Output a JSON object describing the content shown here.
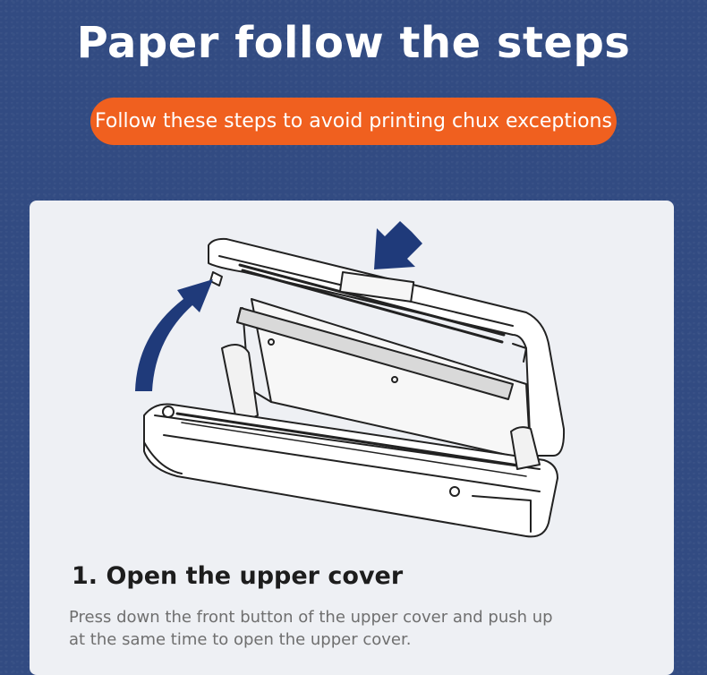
{
  "header": {
    "title": "Paper follow the steps",
    "subtitle": "Follow these steps to avoid printing chux exceptions"
  },
  "step": {
    "title": "1. Open the upper cover",
    "description": "Press down the front button of the upper cover and push up at the same time to open the upper cover."
  },
  "colors": {
    "background": "#324b82",
    "accent": "#f0601f",
    "card": "#eef0f4",
    "arrow": "#1f3a7a"
  },
  "icons": {
    "curved_arrow": "curved-arrow-icon",
    "push_arrow": "down-left-arrow-icon"
  }
}
